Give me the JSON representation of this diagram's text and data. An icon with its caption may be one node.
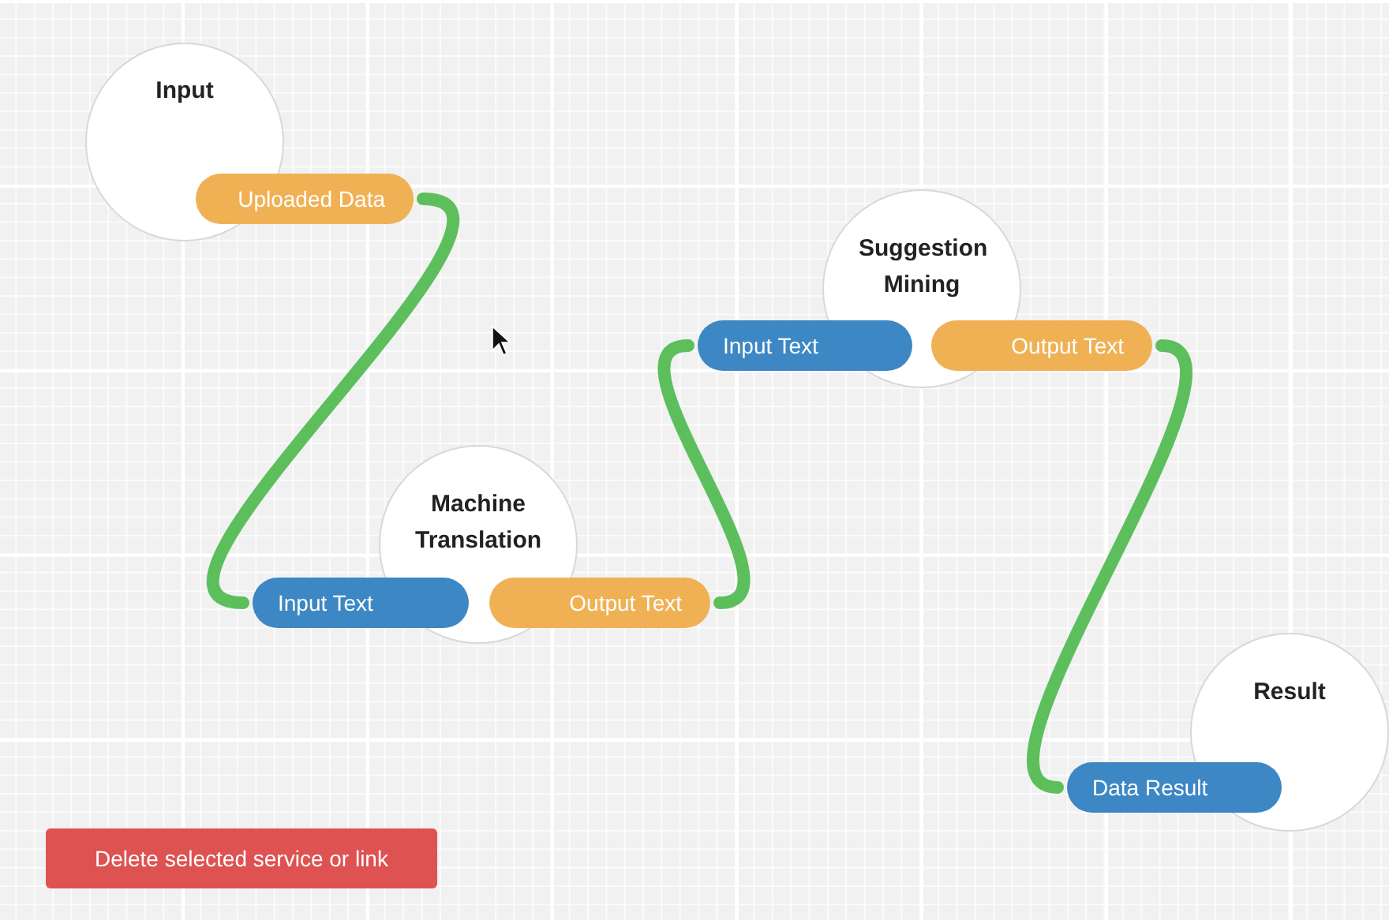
{
  "diagram": {
    "nodes": [
      {
        "text": [
          "Input"
        ]
      },
      {
        "text": [
          "Uploaded Data"
        ]
      },
      {
        "text": [
          "Machine Translation"
        ]
      },
      {
        "text": [
          "Input Text"
        ]
      },
      {
        "text": [
          "Output Text"
        ]
      },
      {
        "text": [
          "Suggestion Mining"
        ]
      },
      {
        "text": [
          "Input Text"
        ]
      },
      {
        "text": [
          "Output Text"
        ]
      },
      {
        "text": [
          "Result"
        ]
      },
      {
        "text": [
          "Data Result"
        ]
      }
    ],
    "edges": [
      {
        "from": 1,
        "to": 3,
        "arrow": "none"
      },
      {
        "from": 4,
        "to": 6,
        "arrow": "none"
      },
      {
        "from": 7,
        "to": 9,
        "arrow": "none"
      }
    ],
    "labels": [
      "Delete selected service or link"
    ]
  }
}
